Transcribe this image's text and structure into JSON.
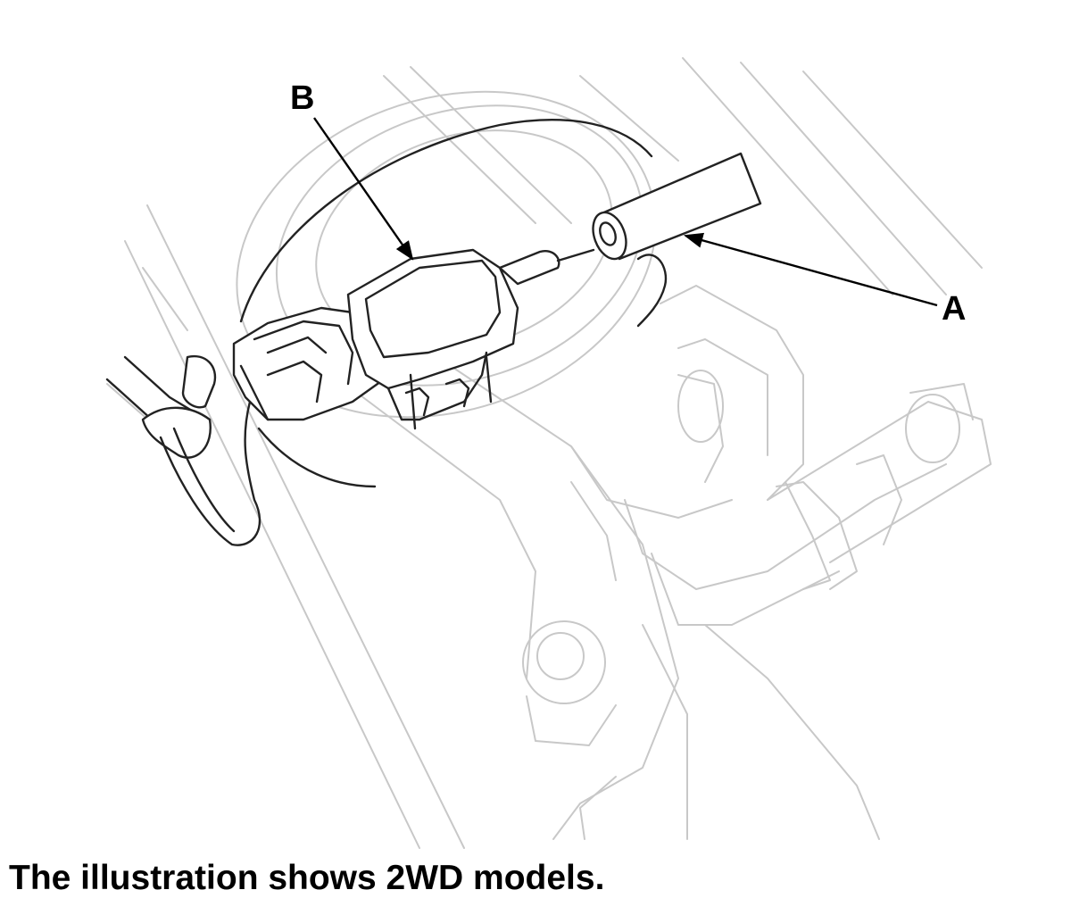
{
  "callouts": {
    "a": "A",
    "b": "B"
  },
  "caption": "The illustration shows 2WD models."
}
